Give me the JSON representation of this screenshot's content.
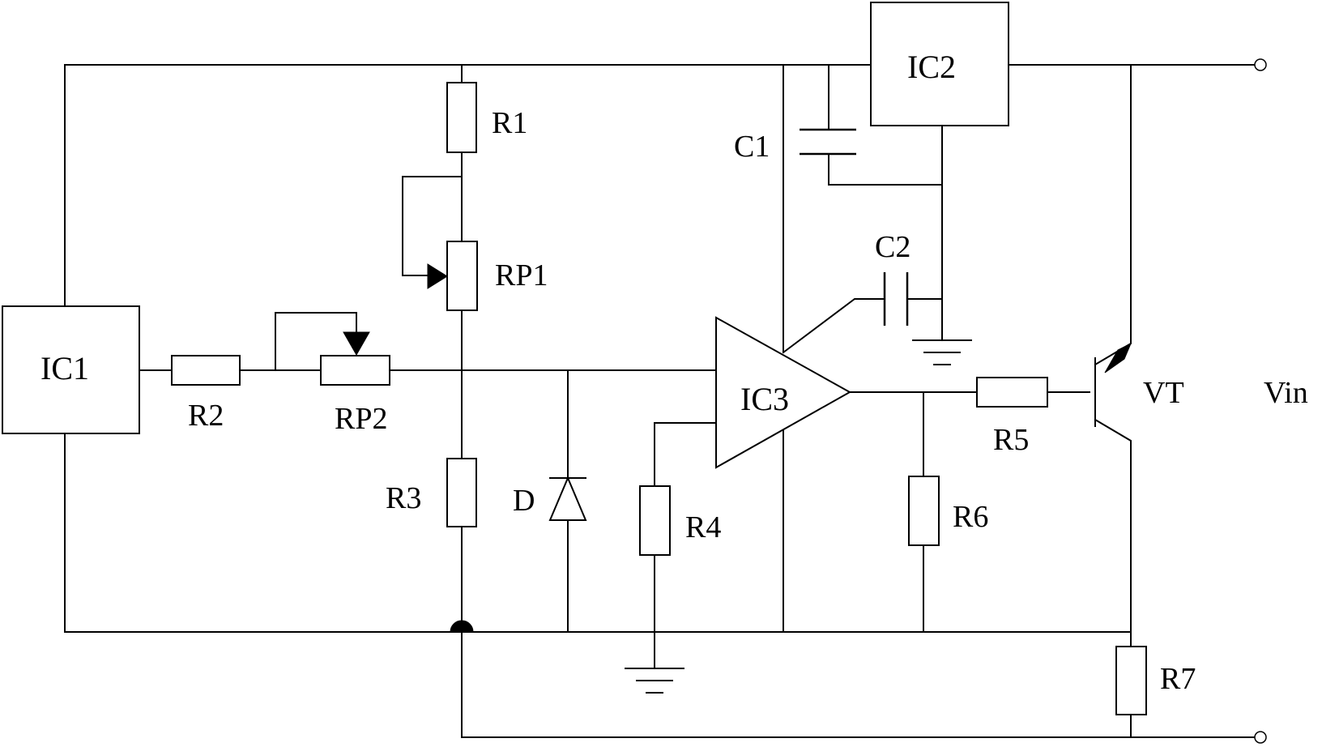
{
  "labels": {
    "ic1": "IC1",
    "ic2": "IC2",
    "ic3": "IC3",
    "r1": "R1",
    "r2": "R2",
    "r3": "R3",
    "r4": "R4",
    "r5": "R5",
    "r6": "R6",
    "r7": "R7",
    "rp1": "RP1",
    "rp2": "RP2",
    "c1": "C1",
    "c2": "C2",
    "d": "D",
    "vt": "VT",
    "vin": "Vin"
  },
  "colors": {
    "wire": "#000000",
    "background": "#ffffff"
  }
}
